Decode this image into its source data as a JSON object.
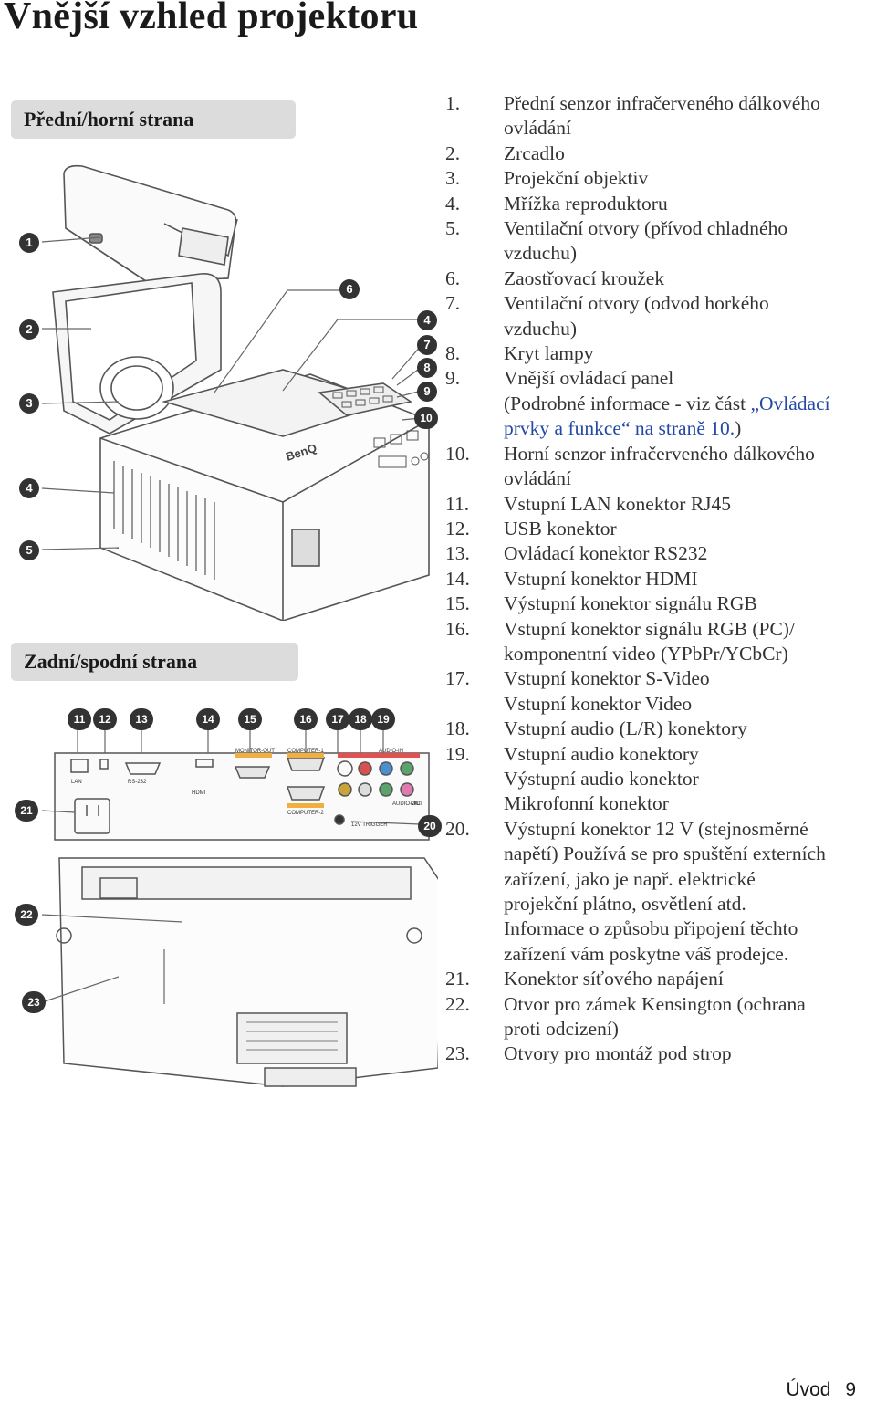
{
  "title": "Vnější vzhled projektoru",
  "sections": {
    "front": "Přední/horní strana",
    "rear": "Zadní/spodní strana"
  },
  "callouts": [
    "1",
    "2",
    "3",
    "4",
    "5",
    "6",
    "7",
    "8",
    "9",
    "10",
    "11",
    "12",
    "13",
    "14",
    "15",
    "16",
    "17",
    "18",
    "19",
    "20",
    "21",
    "22",
    "23"
  ],
  "parts": [
    {
      "num": "1.",
      "lines": [
        "Přední senzor infračerveného dálkového",
        "ovládání"
      ]
    },
    {
      "num": "2.",
      "lines": [
        "Zrcadlo"
      ]
    },
    {
      "num": "3.",
      "lines": [
        "Projekční objektiv"
      ]
    },
    {
      "num": "4.",
      "lines": [
        "Mřížka reproduktoru"
      ]
    },
    {
      "num": "5.",
      "lines": [
        "Ventilační otvory (přívod chladného",
        "vzduchu)"
      ]
    },
    {
      "num": "6.",
      "lines": [
        "Zaostřovací kroužek"
      ]
    },
    {
      "num": "7.",
      "lines": [
        "Ventilační otvory (odvod horkého",
        "vzduchu)"
      ]
    },
    {
      "num": "8.",
      "lines": [
        "Kryt lampy"
      ]
    },
    {
      "num": "9.",
      "lines": [
        "Vnější ovládací panel"
      ],
      "detail_prefix": "(Podrobné informace - viz část ",
      "detail_link": "„Ovládací prvky a funkce“ na straně 10.",
      "detail_suffix": ")"
    },
    {
      "num": "10.",
      "lines": [
        "Horní senzor infračerveného dálkového",
        "ovládání"
      ]
    },
    {
      "num": "11.",
      "lines": [
        "Vstupní LAN konektor RJ45"
      ]
    },
    {
      "num": "12.",
      "lines": [
        "USB konektor"
      ]
    },
    {
      "num": "13.",
      "lines": [
        "Ovládací konektor RS232"
      ]
    },
    {
      "num": "14.",
      "lines": [
        "Vstupní konektor HDMI"
      ]
    },
    {
      "num": "15.",
      "lines": [
        "Výstupní konektor signálu RGB"
      ]
    },
    {
      "num": "16.",
      "lines": [
        "Vstupní konektor signálu RGB (PC)/",
        "komponentní video (YPbPr/YCbCr)"
      ]
    },
    {
      "num": "17.",
      "lines": [
        "Vstupní konektor S-Video",
        "Vstupní konektor Video"
      ]
    },
    {
      "num": "18.",
      "lines": [
        "Vstupní audio (L/R) konektory"
      ]
    },
    {
      "num": "19.",
      "lines": [
        "Vstupní audio konektory",
        "Výstupní audio konektor",
        "Mikrofonní konektor"
      ]
    },
    {
      "num": "20.",
      "lines": [
        "Výstupní konektor 12 V (stejnosměrné",
        "napětí) Používá se pro spuštění externích",
        "zařízení, jako je např. elektrické",
        "projekční plátno, osvětlení atd.",
        "Informace o způsobu připojení těchto",
        "zařízení vám poskytne váš prodejce."
      ]
    },
    {
      "num": "21.",
      "lines": [
        "Konektor síťového napájení"
      ]
    },
    {
      "num": "22.",
      "lines": [
        "Otvor pro zámek Kensington (ochrana",
        "proti odcizení)"
      ]
    },
    {
      "num": "23.",
      "lines": [
        "Otvory pro montáž pod strop"
      ]
    }
  ],
  "diagram_labels": {
    "brand": "BenQ",
    "lan": "LAN",
    "hdmi": "HDMI",
    "rs232": "RS-232",
    "monitor_out": "MONITOR-OUT",
    "computer_1": "COMPUTER-1",
    "computer_2": "COMPUTER-2",
    "audio_in": "AUDIO-IN",
    "audio_out": "AUDIO-OUT",
    "trigger": "12V TRIGGER",
    "mic": "MIC"
  },
  "footer": {
    "section": "Úvod",
    "page": "9"
  }
}
